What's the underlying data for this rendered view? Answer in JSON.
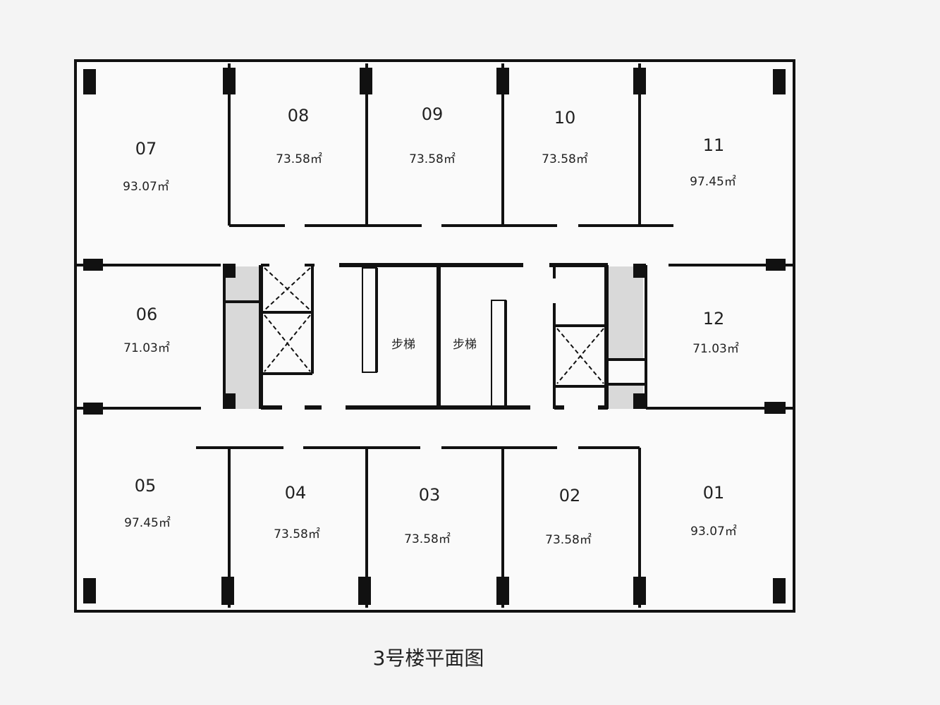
{
  "caption": "3号楼平面图",
  "stairs": {
    "left": "步梯",
    "right": "步梯"
  },
  "rooms": {
    "r07": {
      "num": "07",
      "area": "93.07㎡"
    },
    "r08": {
      "num": "08",
      "area": "73.58㎡"
    },
    "r09": {
      "num": "09",
      "area": "73.58㎡"
    },
    "r10": {
      "num": "10",
      "area": "73.58㎡"
    },
    "r11": {
      "num": "11",
      "area": "97.45㎡"
    },
    "r06": {
      "num": "06",
      "area": "71.03㎡"
    },
    "r12": {
      "num": "12",
      "area": "71.03㎡"
    },
    "r05": {
      "num": "05",
      "area": "97.45㎡"
    },
    "r04": {
      "num": "04",
      "area": "73.58㎡"
    },
    "r03": {
      "num": "03",
      "area": "73.58㎡"
    },
    "r02": {
      "num": "02",
      "area": "73.58㎡"
    },
    "r01": {
      "num": "01",
      "area": "93.07㎡"
    }
  },
  "colors": {
    "wall": "#111111",
    "background": "#f4f4f4",
    "shaft": "#d9d9d9"
  }
}
